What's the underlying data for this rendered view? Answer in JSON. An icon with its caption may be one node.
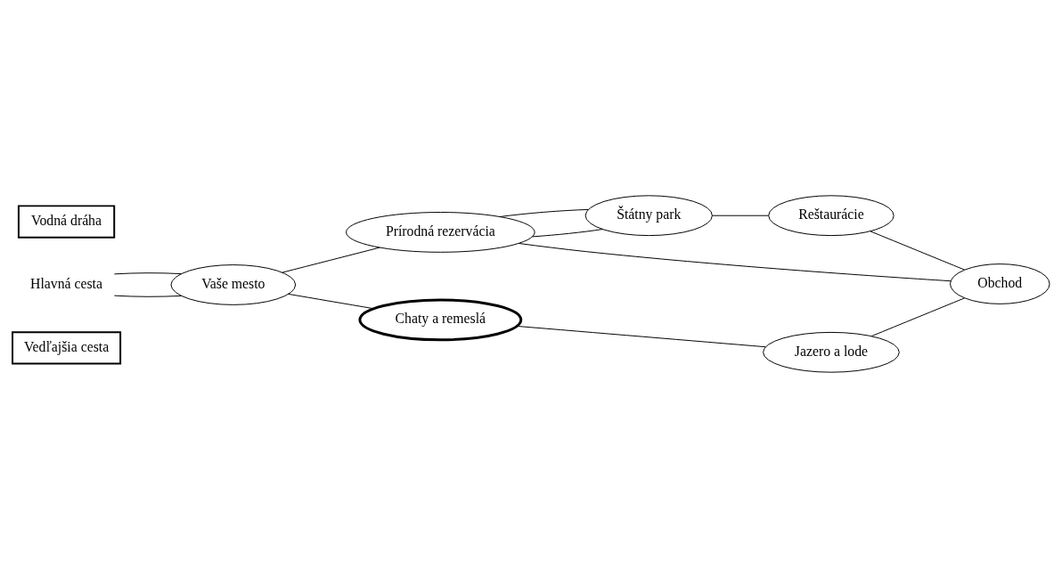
{
  "diagram": {
    "nodes": [
      {
        "text": [
          "Vedľajšia cesta"
        ]
      },
      {
        "text": [
          "Prírodná rezervácia"
        ]
      },
      {
        "text": [
          "Štátny park"
        ]
      },
      {
        "text": [
          "Hlavná cesta"
        ]
      },
      {
        "text": [
          "Vaše mesto"
        ]
      },
      {
        "text": [
          "Reštaurácie"
        ]
      },
      {
        "text": [
          "Vodná dráha"
        ]
      },
      {
        "text": [
          "Chaty a remeslá"
        ]
      },
      {
        "text": [
          "Obchod"
        ]
      },
      {
        "text": [
          "Jazero a lode"
        ]
      }
    ],
    "edges": [
      {
        "from": 4,
        "to": 1,
        "arrow": "none"
      },
      {
        "from": 1,
        "to": 2,
        "arrow": "none"
      },
      {
        "from": 1,
        "to": 2,
        "arrow": "none"
      },
      {
        "from": 3,
        "to": 4,
        "arrow": "none"
      },
      {
        "from": 3,
        "to": 4,
        "arrow": "none"
      },
      {
        "from": 2,
        "to": 5,
        "arrow": "none"
      },
      {
        "from": 5,
        "to": 8,
        "arrow": "none"
      },
      {
        "from": 1,
        "to": 8,
        "arrow": "none"
      },
      {
        "from": 4,
        "to": 7,
        "arrow": "none"
      },
      {
        "from": 7,
        "to": 9,
        "arrow": "none"
      },
      {
        "from": 9,
        "to": 8,
        "arrow": "none"
      }
    ]
  }
}
